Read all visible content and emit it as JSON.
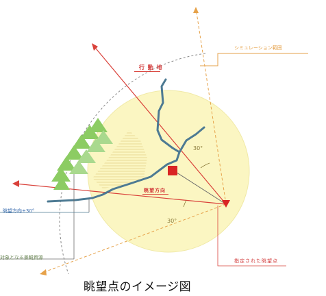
{
  "labels": {
    "gyokudo": "行 動 地",
    "view_direction": "眺望方向",
    "simulation_range": "シミュレーション範囲",
    "designated_viewpoint": "指定された眺望点",
    "view_direction_range": "眺望方向±30°",
    "target_landscape": "対象となる景観資源",
    "angle_upper": "30°",
    "angle_lower": "30°"
  },
  "caption": "眺望点のイメージ図",
  "colors": {
    "red": "#d9413a",
    "orange_dashed": "#e6a24a",
    "blue_path": "#4d7a93",
    "green_trees": "#7cc45a",
    "yellow_disk": "#fbf6c2",
    "gray_dashed": "#888888",
    "dark_gray_line": "#6b6b6b"
  }
}
